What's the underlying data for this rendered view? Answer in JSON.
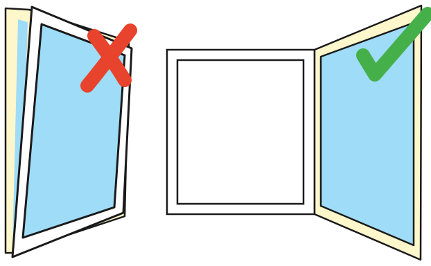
{
  "diagram": {
    "colors": {
      "frame_cream": "#FFF7CC",
      "glass_blue": "#9FDCF8",
      "outline": "#1A1A1A",
      "sash_white": "#FFFFFF",
      "cross_red": "#E8432C",
      "check_green": "#45B04A"
    },
    "panels": [
      {
        "name": "tilted-window",
        "verdict": "incorrect",
        "marker_icon": "cross-icon"
      },
      {
        "name": "opened-casement-window",
        "verdict": "correct",
        "marker_icon": "check-icon"
      }
    ]
  }
}
